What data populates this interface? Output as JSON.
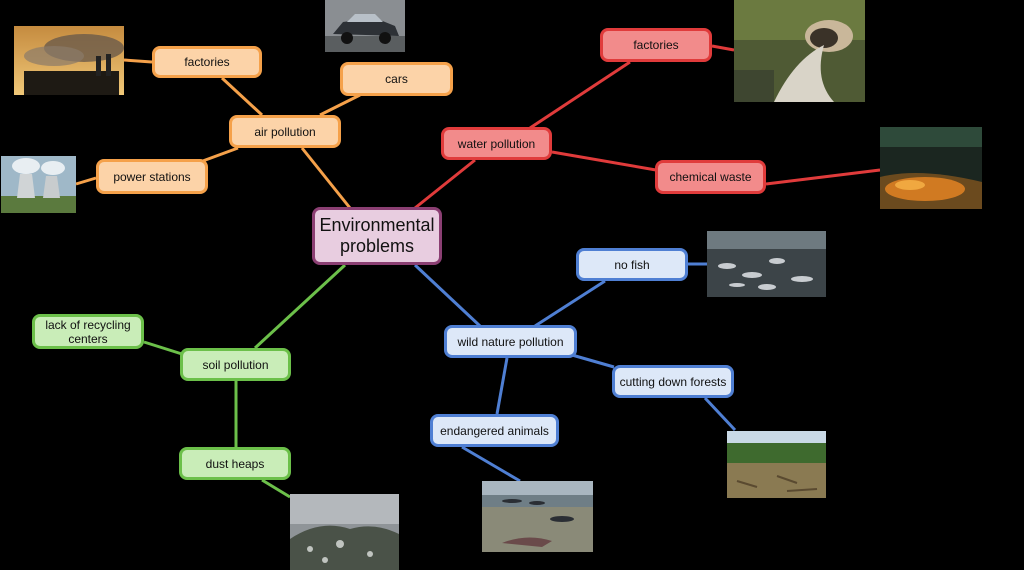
{
  "center": {
    "label_line1": "Environmental",
    "label_line2": "problems"
  },
  "air": {
    "label": "air pollution",
    "factories": "factories",
    "cars": "cars",
    "power_stations": "power stations"
  },
  "water": {
    "label": "water pollution",
    "factories": "factories",
    "chemical_waste": "chemical waste"
  },
  "wild": {
    "label": "wild nature pollution",
    "no_fish": "no fish",
    "cutting_forests": "cutting down forests",
    "endangered": "endangered animals"
  },
  "soil": {
    "label": "soil pollution",
    "recycling_line1": "lack of recycling",
    "recycling_line2": "centers",
    "dust_heaps": "dust heaps"
  },
  "colors": {
    "air": "#f5a14a",
    "water": "#e03b3b",
    "wild": "#4f7fd3",
    "soil": "#6cc04a",
    "center": "#8b3f73"
  }
}
